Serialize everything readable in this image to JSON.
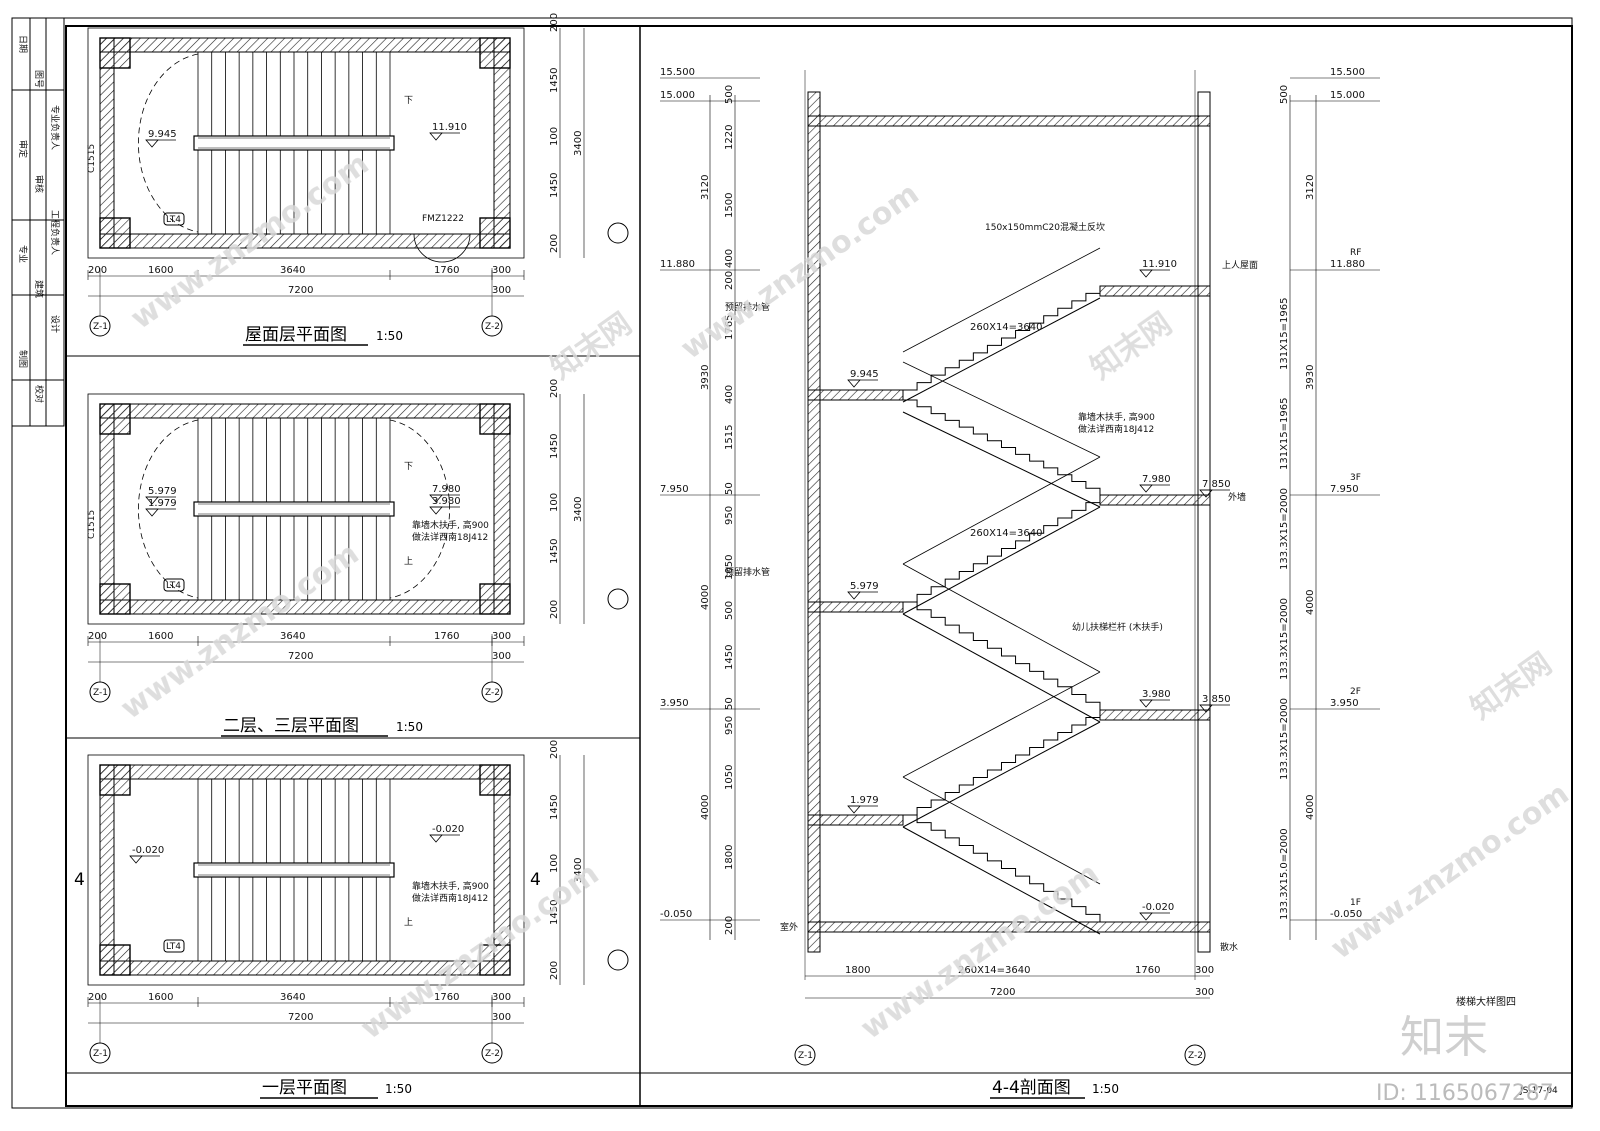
{
  "sheet": {
    "code": "JS-17-04",
    "caption": "楼梯大样图四"
  },
  "title_block": {
    "rows": [
      "日期",
      "图号",
      "专业负责人",
      "审定",
      "审核",
      "工程负责人",
      "专业",
      "建筑",
      "设计",
      "制图",
      "校对"
    ]
  },
  "watermark": {
    "brand": "知末",
    "site": "www.znzmo.com",
    "site_cn": "知末网",
    "image_id": "ID: 1165067287"
  },
  "views": [
    {
      "title": "屋面层平面图",
      "scale": "1:50",
      "elevations": [
        "9.945",
        "11.910"
      ],
      "dims_h": [
        "200",
        "1600",
        "3640",
        "1760",
        "300",
        "7200",
        "300"
      ],
      "dims_v": [
        "200",
        "1450",
        "100",
        "1450",
        "200",
        "3400"
      ],
      "labels": {
        "window": "C1515",
        "door": "FMZ1222",
        "down": "下",
        "tag": "LT4"
      }
    },
    {
      "title": "二层、三层平面图",
      "scale": "1:50",
      "elevations": [
        "5.979",
        "1.979",
        "7.980",
        "3.980"
      ],
      "dims_h": [
        "200",
        "1600",
        "3640",
        "1760",
        "300",
        "7200",
        "300"
      ],
      "dims_v": [
        "200",
        "1450",
        "100",
        "1450",
        "200",
        "3400"
      ],
      "labels": {
        "window": "C1515",
        "down": "下",
        "up": "上",
        "tag": "LT4",
        "note1": "靠墙木扶手, 高900",
        "note2": "做法详西南18J412"
      }
    },
    {
      "title": "一层平面图",
      "scale": "1:50",
      "elevations": [
        "-0.020",
        "-0.020"
      ],
      "dims_h": [
        "200",
        "1600",
        "3640",
        "1760",
        "300",
        "7200",
        "300"
      ],
      "dims_v": [
        "200",
        "1450",
        "100",
        "1450",
        "200",
        "3400"
      ],
      "labels": {
        "cut": "4",
        "up": "上",
        "tag": "LT4",
        "note1": "靠墙木扶手, 高900",
        "note2": "做法详西南18J412"
      }
    },
    {
      "title": "4-4剖面图",
      "scale": "1:50",
      "levels": [
        {
          "left": "15.500",
          "right": "15.500",
          "floor": ""
        },
        {
          "left": "15.000",
          "right": "15.000",
          "floor": ""
        },
        {
          "left": "11.880",
          "right": "11.880",
          "floor": "RF"
        },
        {
          "left": "7.950",
          "right": "7.950",
          "floor": "3F"
        },
        {
          "left": "3.950",
          "right": "3.950",
          "floor": "2F"
        },
        {
          "left": "-0.050",
          "right": "-0.050",
          "floor": "1F"
        }
      ],
      "landing_elevs": [
        "11.910",
        "9.945",
        "7.980",
        "7.850",
        "5.979",
        "3.980",
        "3.850",
        "1.979",
        "-0.020"
      ],
      "dims_left": [
        "500",
        "1220",
        "3120",
        "1500",
        "400",
        "200",
        "1765",
        "3930",
        "400",
        "1515",
        "50",
        "950",
        "1050",
        "4000",
        "500",
        "1450",
        "50",
        "950",
        "1050",
        "4000",
        "1800",
        "200"
      ],
      "dims_right": [
        "500",
        "3120",
        "131X15=1965",
        "3930",
        "131X15=1965",
        "133.3X15=2000",
        "4000",
        "133.3X15=2000",
        "133.3X15=2000",
        "4000",
        "133.3X15.0=2000"
      ],
      "dims_bottom": [
        "1800",
        "260X14=3640",
        "1760",
        "300",
        "7200",
        "300"
      ],
      "flight_dims": [
        "260X14=3640",
        "260X14=3640"
      ],
      "notes": [
        "150x150mmC20混凝土反坎",
        "上人屋面",
        "靠墙木扶手, 高900",
        "做法详西南18J412",
        "幼儿扶梯栏杆 (木扶手)",
        "外墙",
        "室外",
        "散水",
        "预留排水管",
        "预留排水管"
      ],
      "grid_axes": [
        "Z-1",
        "Z-2"
      ]
    }
  ]
}
